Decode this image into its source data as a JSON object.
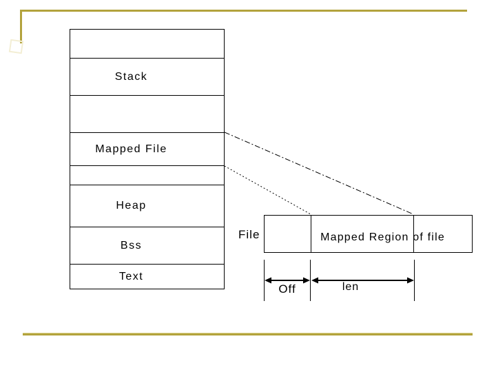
{
  "slide": {
    "background": "#ffffff",
    "accent": "#b3a33d",
    "line_color": "#000000"
  },
  "memory_box": {
    "sections": [
      {
        "id": "top-empty",
        "label": ""
      },
      {
        "id": "stack",
        "label": "Stack"
      },
      {
        "id": "empty-1",
        "label": ""
      },
      {
        "id": "mapped-file",
        "label": "Mapped File"
      },
      {
        "id": "empty-2",
        "label": ""
      },
      {
        "id": "heap",
        "label": "Heap"
      },
      {
        "id": "bss",
        "label": "Bss"
      },
      {
        "id": "text",
        "label": "Text"
      }
    ]
  },
  "file_diagram": {
    "file_label": "File",
    "region_label": "Mapped Region of file",
    "off_label": "Off",
    "len_label": "len"
  }
}
